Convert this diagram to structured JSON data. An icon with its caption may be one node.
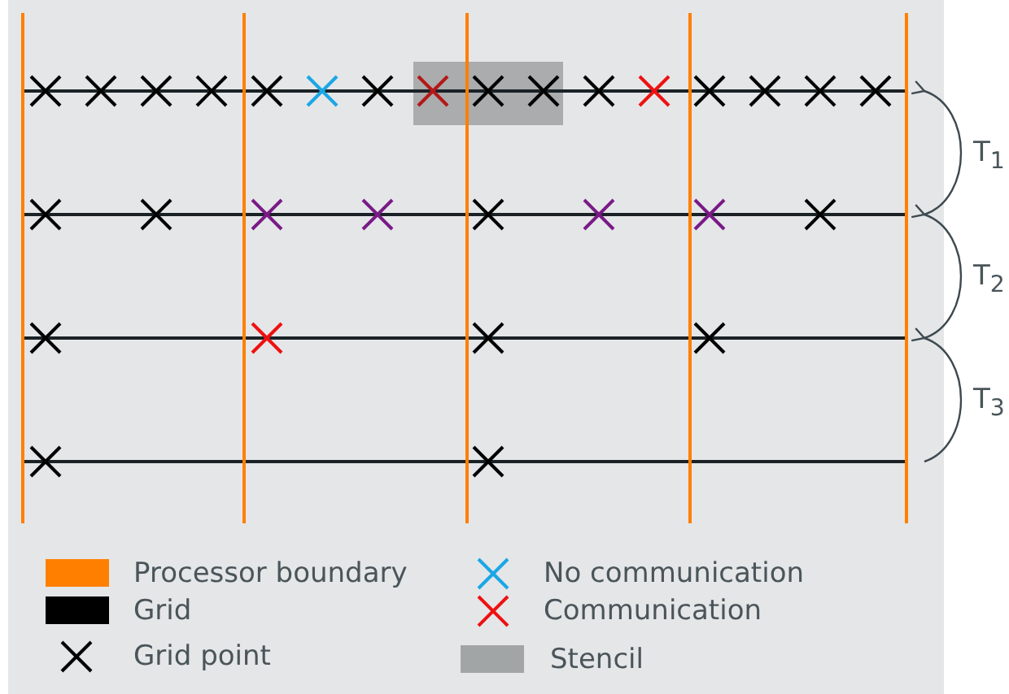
{
  "diagram": {
    "labels": [
      "T$_{1}$",
      "T$_{2}$",
      "T$_{3}$"
    ],
    "legend": [
      {
        "text": "Processor boundary",
        "color": "#ff8000"
      },
      {
        "text": "Grid",
        "color": "#000000"
      },
      {
        "text": "Grid point"
      },
      {
        "text": "No communication"
      },
      {
        "text": "Communication"
      },
      {
        "text": "Stencil",
        "color": "#a2a5a5"
      }
    ]
  }
}
